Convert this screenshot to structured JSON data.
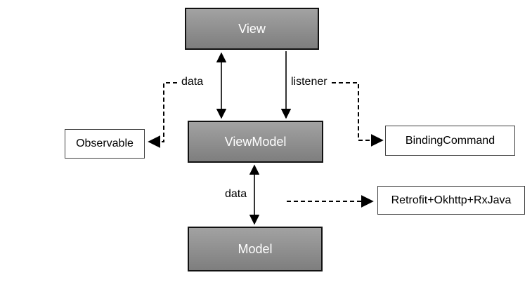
{
  "diagram": {
    "title": "MVVM architecture diagram",
    "nodes": {
      "view": {
        "label": "View"
      },
      "viewmodel": {
        "label": "ViewModel"
      },
      "model": {
        "label": "Model"
      },
      "observable": {
        "label": "Observable"
      },
      "binding_command": {
        "label": "BindingCommand"
      },
      "network": {
        "label": "Retrofit+Okhttp+RxJava"
      }
    },
    "edge_labels": {
      "view_viewmodel_data": "data",
      "view_viewmodel_listener": "listener",
      "viewmodel_model_data": "data"
    },
    "colors": {
      "background": "#ffffff",
      "node_fill_top": "#a2a2a2",
      "node_fill_bottom": "#7e7e7e",
      "node_border": "#111111",
      "node_text": "#ffffff",
      "plain_node_border": "#404040",
      "plain_node_text": "#000000",
      "arrow": "#000000"
    }
  }
}
